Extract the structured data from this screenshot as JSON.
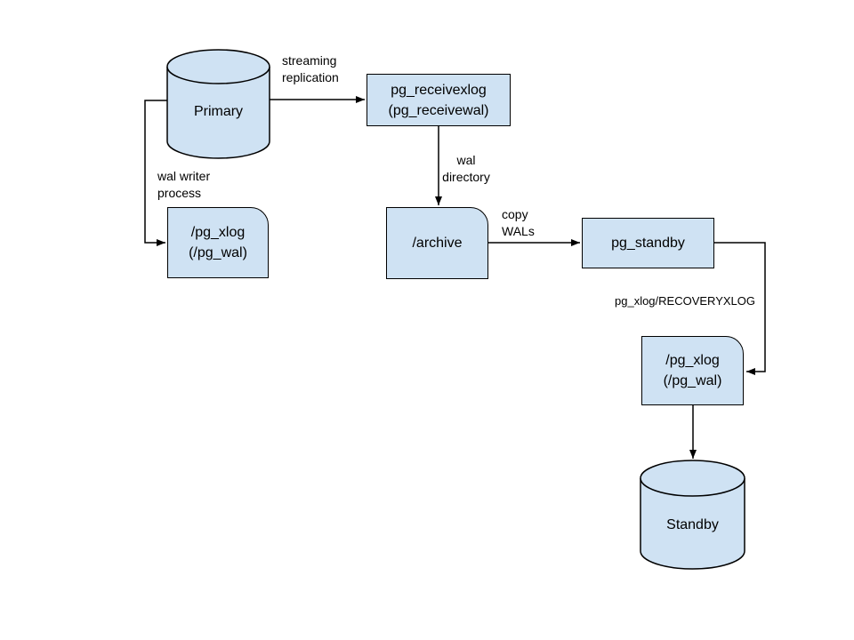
{
  "colors": {
    "node_fill": "#cfe2f3",
    "node_stroke": "#000000",
    "connector": "#000000",
    "text": "#000000",
    "background": "#ffffff"
  },
  "nodes": {
    "primary": {
      "label": "Primary",
      "shape": "cylinder"
    },
    "pg_receivexlog": {
      "label": "pg_receivexlog\n(pg_receivewal)",
      "shape": "rect"
    },
    "pg_xlog_left": {
      "label": "/pg_xlog\n(/pg_wal)",
      "shape": "rounded-corner-rect"
    },
    "archive": {
      "label": "/archive",
      "shape": "rounded-corner-rect"
    },
    "pg_standby": {
      "label": "pg_standby",
      "shape": "rect"
    },
    "pg_xlog_right": {
      "label": "/pg_xlog\n(/pg_wal)",
      "shape": "rounded-corner-rect"
    },
    "standby": {
      "label": "Standby",
      "shape": "cylinder"
    }
  },
  "edge_labels": {
    "streaming_replication": "streaming\nreplication",
    "wal_writer_process": "wal writer\nprocess",
    "wal_directory": "wal\ndirectory",
    "copy_wals": "copy\nWALs",
    "recovery_xlog": "pg_xlog/RECOVERYXLOG"
  }
}
